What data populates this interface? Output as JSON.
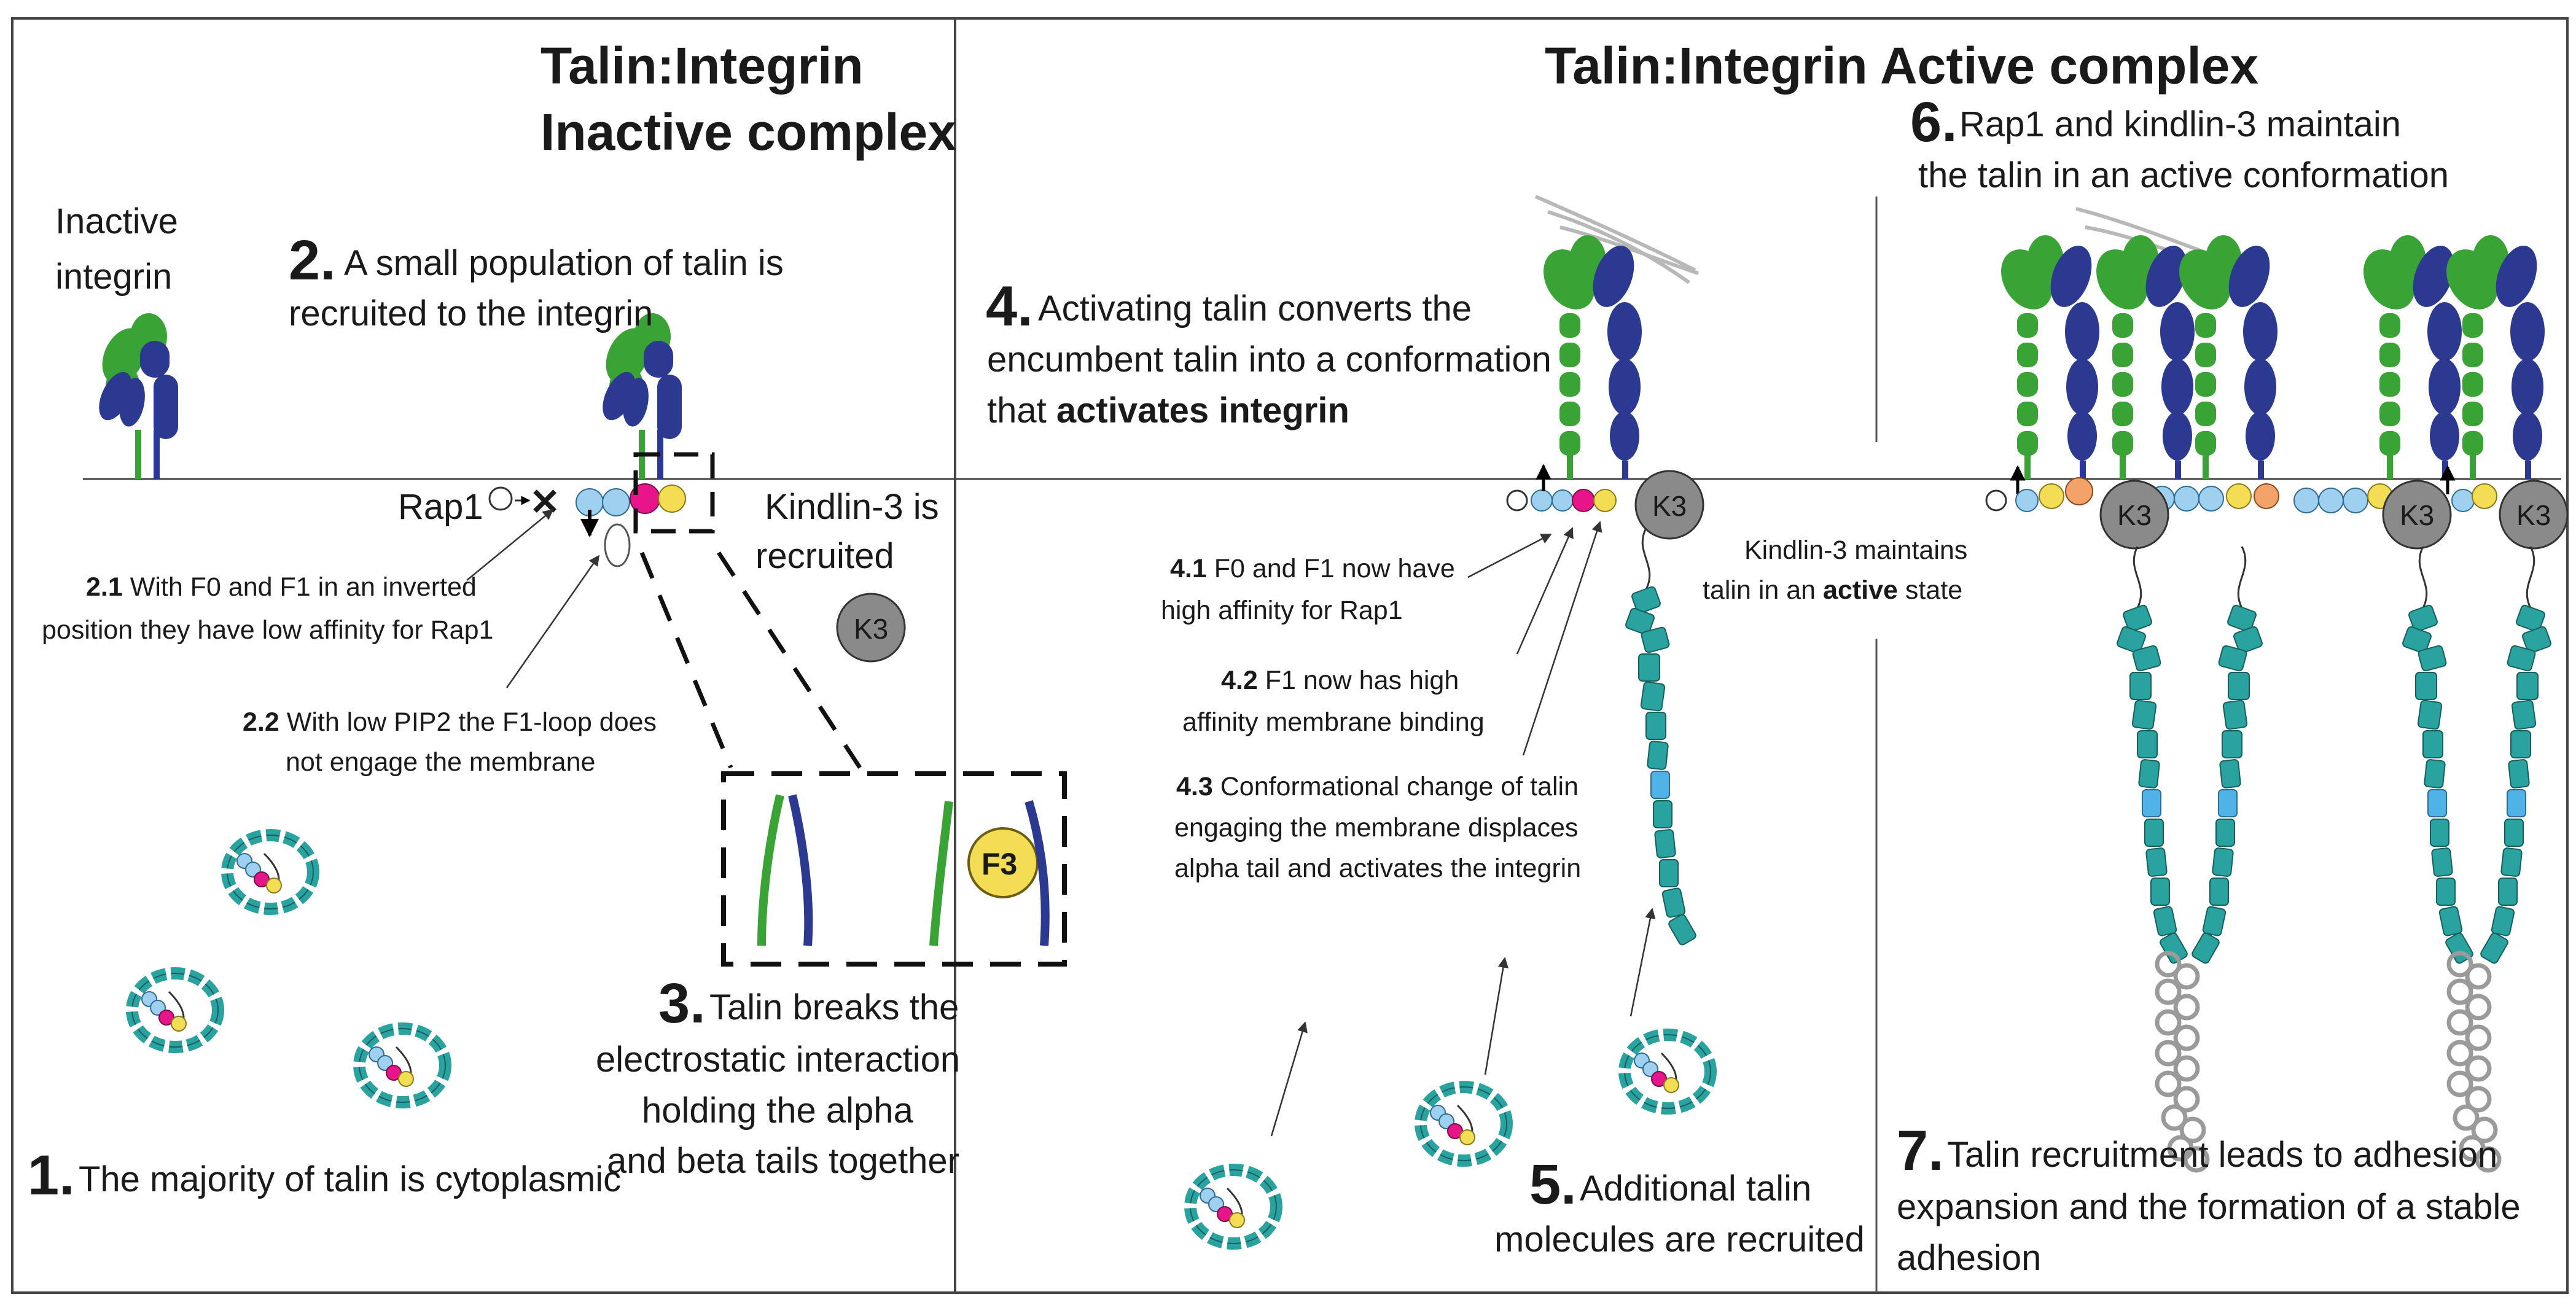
{
  "titles": {
    "inactive_line1": "Talin:Integrin",
    "inactive_line2": "Inactive complex",
    "active": "Talin:Integrin Active complex"
  },
  "labels": {
    "inactive_integrin_1": "Inactive",
    "inactive_integrin_2": "integrin",
    "rap1": "Rap1",
    "kindlin_1": "Kindlin-3 is",
    "kindlin_2": "recruited",
    "k3": "K3",
    "f3": "F3",
    "kindlin_maintains_1": "Kindlin-3 maintains",
    "kindlin_maintains_2a": "talin in an ",
    "kindlin_maintains_2b": "active",
    "kindlin_maintains_2c": " state"
  },
  "steps": {
    "s1": {
      "num": "1.",
      "text": "The majority of talin is cytoplasmic"
    },
    "s2": {
      "num": "2.",
      "line1": "A small population of talin is",
      "line2": "recruited to the integrin"
    },
    "s2_1": {
      "num": "2.1",
      "line1": " With F0 and F1 in an inverted",
      "line2": "position they have low affinity for Rap1"
    },
    "s2_2": {
      "num": "2.2",
      "line1": " With low PIP2 the F1-loop does",
      "line2": "not engage the membrane"
    },
    "s3": {
      "num": "3.",
      "line1": "Talin breaks the",
      "line2": "electrostatic interaction",
      "line3": "holding the alpha",
      "line4": "and beta tails together"
    },
    "s4": {
      "num": "4.",
      "line1": "Activating talin converts the",
      "line2": "encumbent talin into a conformation",
      "line3a": "that ",
      "line3b": "activates integrin"
    },
    "s4_1": {
      "num": "4.1",
      "line1": " F0 and F1 now have",
      "line2": "high affinity for Rap1"
    },
    "s4_2": {
      "num": "4.2",
      "line1": " F1 now has high",
      "line2": "affinity membrane binding"
    },
    "s4_3": {
      "num": "4.3",
      "line1": " Conformational change of talin",
      "line2": "engaging the membrane displaces",
      "line3": "alpha tail and activates the integrin"
    },
    "s5": {
      "num": "5.",
      "line1": "Additional talin",
      "line2": "molecules are recruited"
    },
    "s6": {
      "num": "6.",
      "line1": "Rap1 and kindlin-3 maintain",
      "line2": "the talin in an active conformation"
    },
    "s7": {
      "num": "7.",
      "line1": "Talin recruitment leads to adhesion",
      "line2": "expansion and the formation of a stable",
      "line3": "adhesion"
    }
  },
  "colors": {
    "alpha_integrin": "#3aa335",
    "beta_integrin": "#2b3990",
    "rod_domain": "#2aa3a0",
    "f0_f1": "#9fd0f0",
    "f2": "#e8158a",
    "f3": "#f2dd55",
    "kindlin": "#8a8a8a",
    "adhesion_ring": "#9a9a9a",
    "actin": "#b8b8b8"
  },
  "icons": [
    "inactive-integrin-icon",
    "active-integrin-icon",
    "cytoplasmic-talin-icon",
    "extended-talin-icon",
    "kindlin-k3-icon",
    "rap1-icon",
    "zoom-inset-icon"
  ]
}
